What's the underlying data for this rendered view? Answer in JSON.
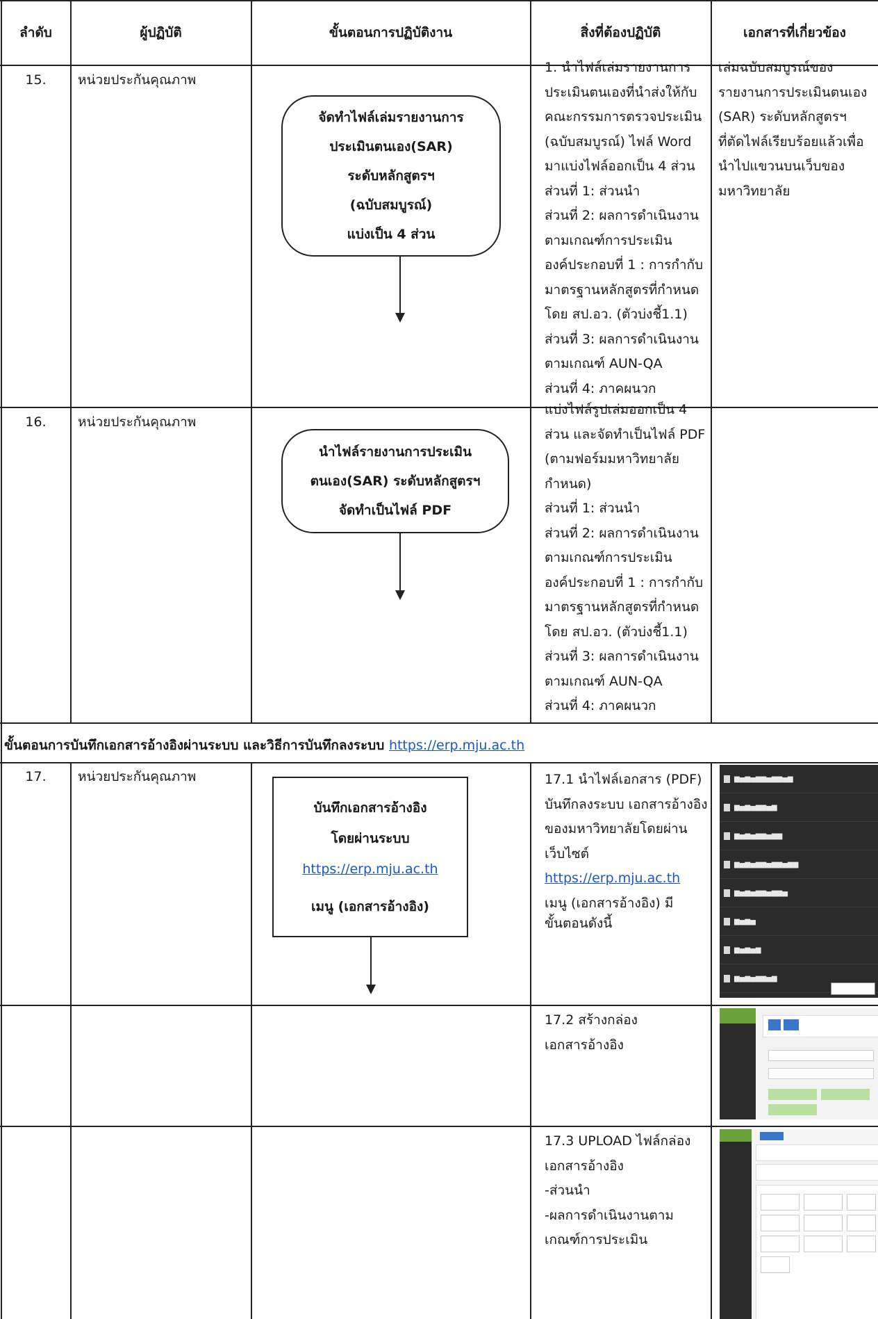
{
  "headers": {
    "order": "ลำดับ",
    "performer": "ผู้ปฏิบัติ",
    "procedure": "ขั้นตอนการปฏิบัติงาน",
    "tasks": "สิ่งที่ต้องปฏิบัติ",
    "documents": "เอกสารที่เกี่ยวข้อง"
  },
  "rows": [
    {
      "order": "15.",
      "performer": "หน่วยประกันคุณภาพ",
      "box_lines": [
        "จัดทำไฟล์เล่มรายงานการ",
        "ประเมินตนเอง(SAR)",
        "ระดับหลักสูตรฯ",
        "(ฉบับสมบูรณ์)",
        "แบ่งเป็น 4 ส่วน"
      ],
      "task_lines": [
        "1. นำไฟล์เล่มรายงานการ",
        "ประเมินตนเองที่นำส่งให้กับ",
        "คณะกรรมการตรวจประเมิน",
        "(ฉบับสมบูรณ์) ไฟล์ Word",
        "มาแบ่งไฟล์ออกเป็น 4 ส่วน",
        "ส่วนที่ 1:  ส่วนนำ",
        "ส่วนที่ 2:  ผลการดำเนินงาน",
        "ตามเกณฑ์การประเมิน",
        "องค์ประกอบที่ 1 : การกำกับ",
        "มาตรฐานหลักสูตรที่กำหนด",
        "โดย สป.อว. (ตัวบ่งชี้1.1)",
        "ส่วนที่ 3:  ผลการดำเนินงาน",
        "ตามเกณฑ์ AUN-QA",
        "ส่วนที่ 4:  ภาคผนวก"
      ],
      "doc_lines": [
        "เล่มฉบับสมบูรณ์ของ",
        "รายงานการประเมินตนเอง",
        "(SAR) ระดับหลักสูตรฯ",
        "ที่ตัดไฟล์เรียบร้อยแล้วเพื่อ",
        "นำไปแขวนบนเว็บของ",
        "มหาวิทยาลัย"
      ]
    },
    {
      "order": "16.",
      "performer": "หน่วยประกันคุณภาพ",
      "box_lines": [
        "นำไฟล์รายงานการประเมิน",
        "ตนเอง(SAR) ระดับหลักสูตรฯ",
        "จัดทำเป็นไฟล์ PDF"
      ],
      "task_lines": [
        "แบ่งไฟล์รูปเล่มออกเป็น 4",
        "ส่วน และจัดทำเป็นไฟล์ PDF",
        "(ตามฟอร์มมหาวิทยาลัย",
        "กำหนด)",
        "ส่วนที่ 1:  ส่วนนำ",
        "ส่วนที่ 2:  ผลการดำเนินงาน",
        "ตามเกณฑ์การประเมิน",
        "องค์ประกอบที่ 1 : การกำกับ",
        "มาตรฐานหลักสูตรที่กำหนด",
        "โดย สป.อว. (ตัวบ่งชี้1.1)",
        "ส่วนที่ 3:  ผลการดำเนินงาน",
        "ตามเกณฑ์ AUN-QA",
        "ส่วนที่ 4:  ภาคผนวก"
      ]
    }
  ],
  "section": {
    "text": "ขั้นตอนการบันทึกเอกสารอ้างอิงผ่านระบบ และวิธีการบันทึกลงระบบ",
    "link": "https://erp.mju.ac.th"
  },
  "row17": {
    "order": "17.",
    "performer": "หน่วยประกันคุณภาพ",
    "box_line1": "บันทึกเอกสารอ้างอิง",
    "box_line2": "โดยผ่านระบบ",
    "box_link": "https://erp.mju.ac.th",
    "box_line4": "เมนู (เอกสารอ้างอิง)",
    "t1_lines": [
      "17.1 นำไฟล์เอกสาร (PDF)",
      "บันทึกลงระบบ เอกสารอ้างอิง",
      "ของมหาวิทยาลัยโดยผ่าน",
      "เว็บไซต์"
    ],
    "t1_link": "https://erp.mju.ac.th",
    "t1_after": [
      "เมนู (เอกสารอ้างอิง)   มี",
      "ขั้นตอนดังนี้"
    ],
    "t2_lines": [
      "17.2 สร้างกล่อง",
      "เอกสารอ้างอิง"
    ],
    "t3_lines": [
      "17.3 UPLOAD ไฟล์กล่อง",
      "เอกสารอ้างอิง",
      "-ส่วนนำ",
      "-ผลการดำเนินงานตาม",
      "เกณฑ์การประเมิน"
    ]
  },
  "colors": {
    "line": "#222222",
    "link": "#1a56c9",
    "menu_bg": "#2b2b2b",
    "green": "#6aa13a"
  }
}
